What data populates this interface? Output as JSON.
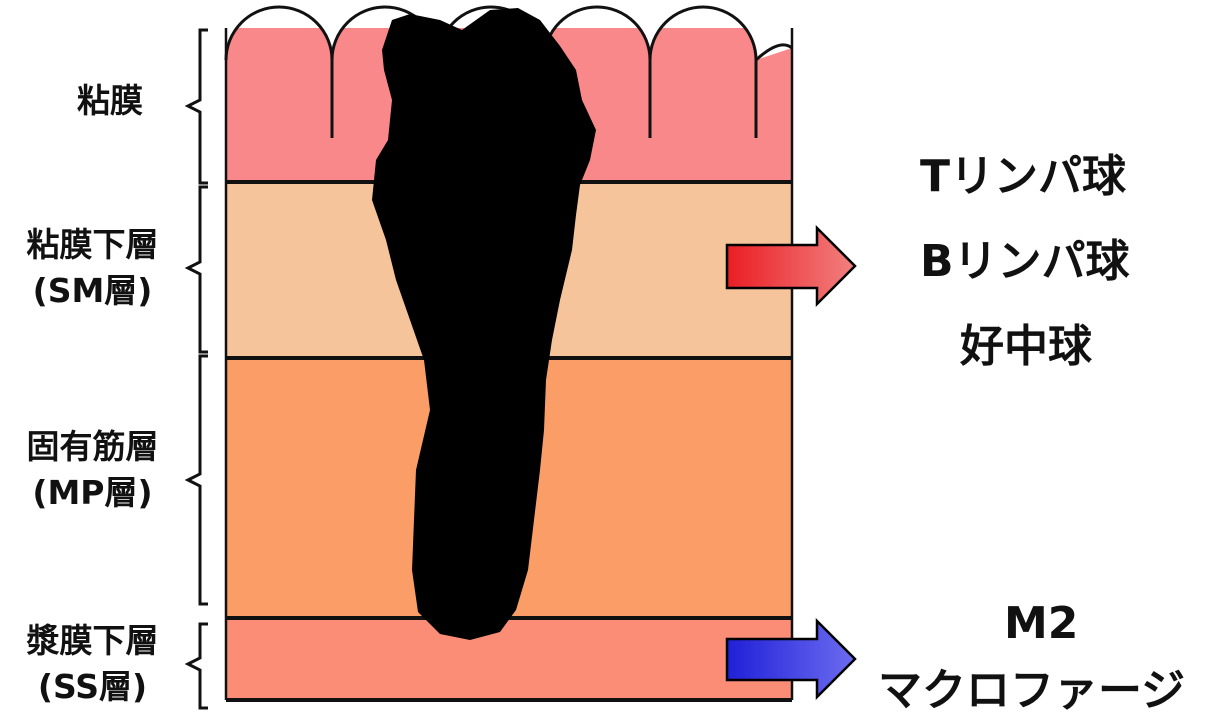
{
  "layers": [
    {
      "name": "粘膜",
      "abbr": "",
      "color": "#F9888A"
    },
    {
      "name": "粘膜下層",
      "abbr": "(SM層)",
      "color": "#F6C49A"
    },
    {
      "name": "固有筋層",
      "abbr": "(MP層)",
      "color": "#FA9D66"
    },
    {
      "name": "漿膜下層",
      "abbr": "(SS層)",
      "color": "#FB8D77"
    }
  ],
  "upper_cells": [
    "Tリンパ球",
    "Bリンパ球",
    "好中球"
  ],
  "lower_cells": [
    "M2",
    "マクロファージ"
  ],
  "arrows": {
    "upper_color": "#E8212A",
    "lower_color": "#2B2BE0"
  },
  "tumor_color": "#000000"
}
